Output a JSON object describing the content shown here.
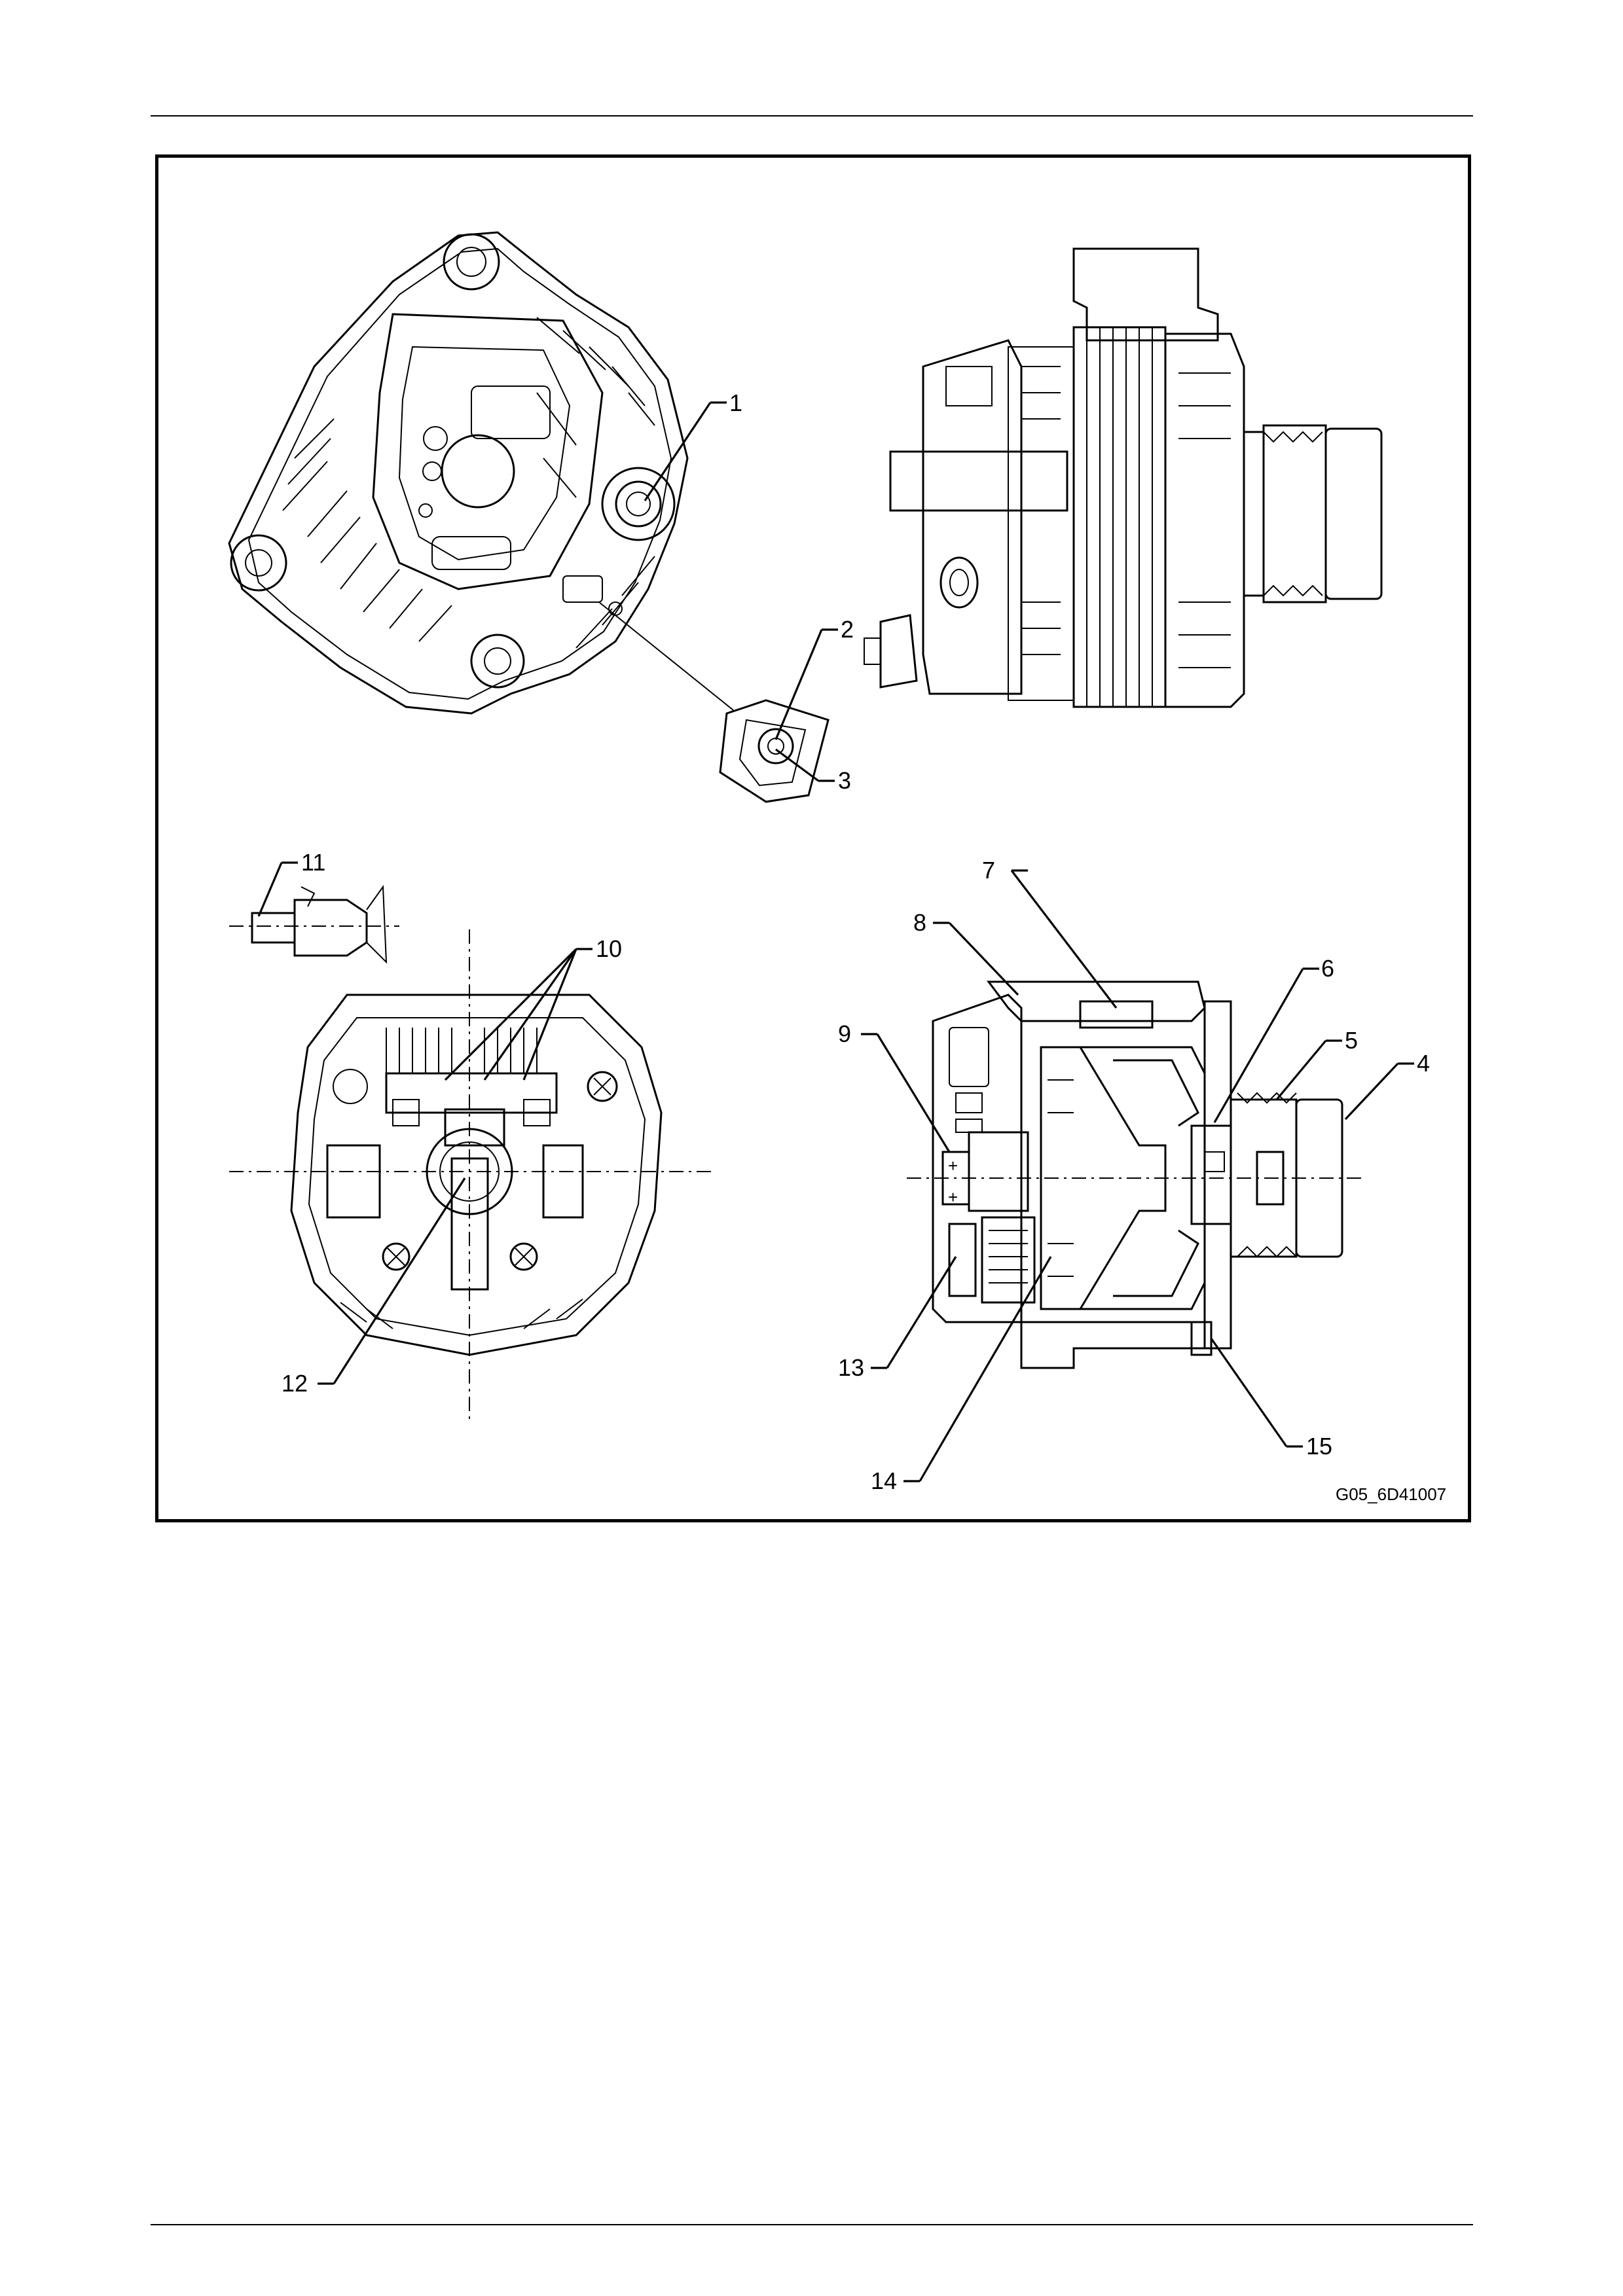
{
  "figure": {
    "id": "G05_6D41007",
    "callouts": [
      {
        "id": "c1",
        "label": "1"
      },
      {
        "id": "c2",
        "label": "2"
      },
      {
        "id": "c3",
        "label": "3"
      },
      {
        "id": "c4",
        "label": "4"
      },
      {
        "id": "c5",
        "label": "5"
      },
      {
        "id": "c6",
        "label": "6"
      },
      {
        "id": "c7",
        "label": "7"
      },
      {
        "id": "c8",
        "label": "8"
      },
      {
        "id": "c9",
        "label": "9"
      },
      {
        "id": "c10",
        "label": "10"
      },
      {
        "id": "c11",
        "label": "11"
      },
      {
        "id": "c12",
        "label": "12"
      },
      {
        "id": "c13",
        "label": "13"
      },
      {
        "id": "c14",
        "label": "14"
      },
      {
        "id": "c15",
        "label": "15"
      }
    ]
  },
  "views": [
    "rear-end-view",
    "side-view",
    "front-cross-section",
    "side-cross-section"
  ]
}
